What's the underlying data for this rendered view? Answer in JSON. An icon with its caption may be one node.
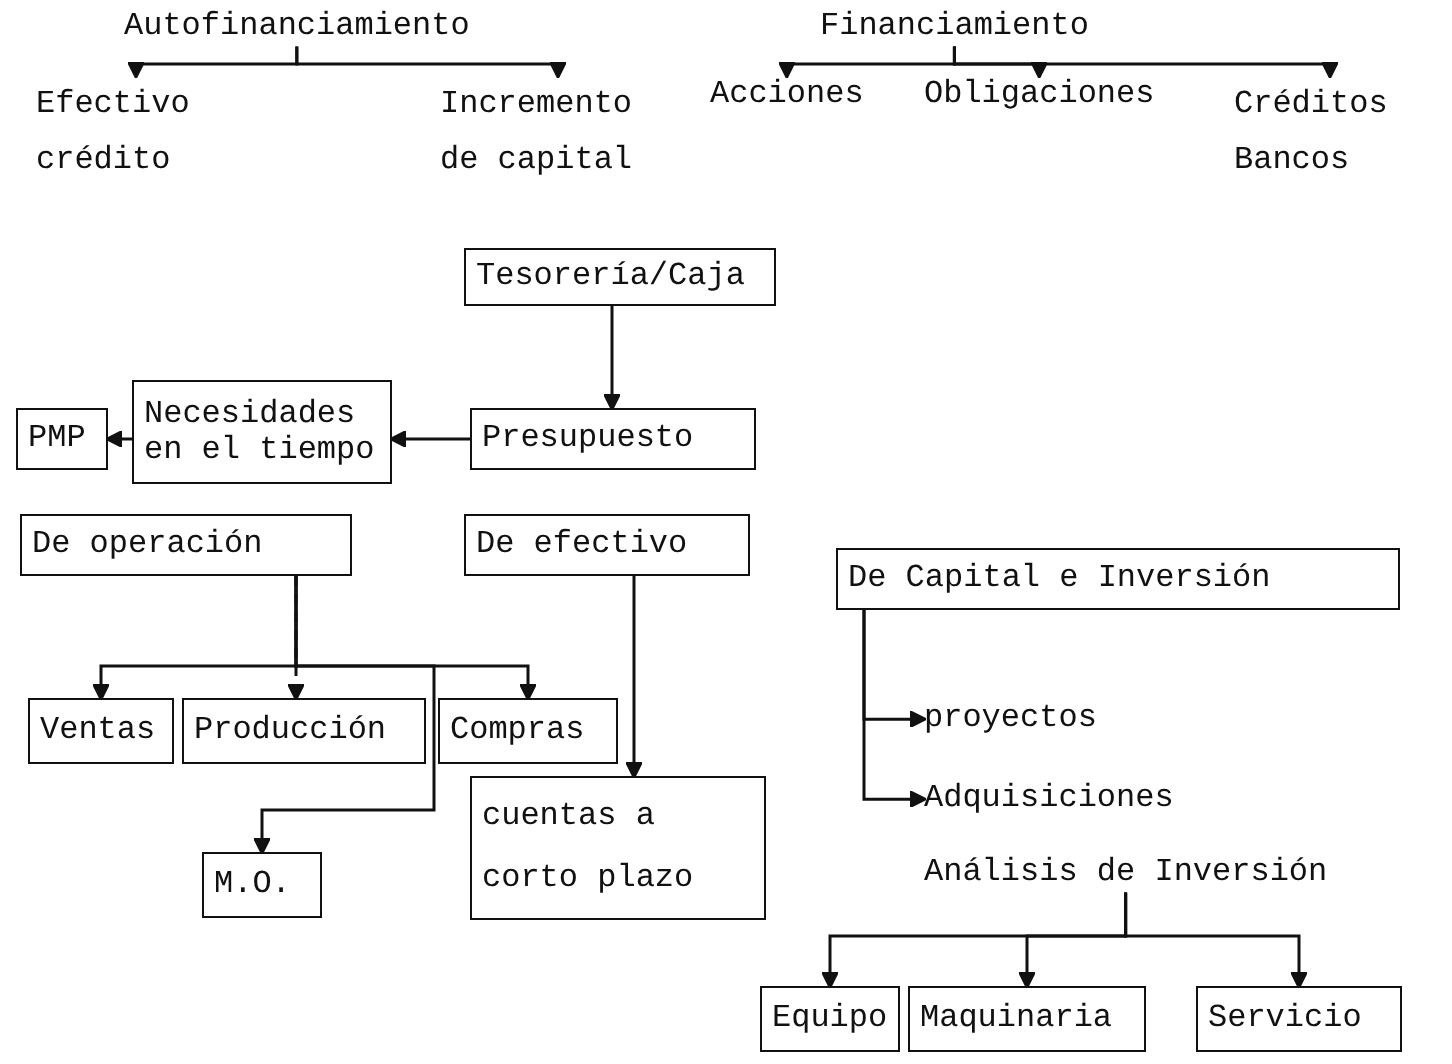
{
  "diagram": {
    "nodes": [
      {
        "text": [
          "Autofinanciamiento"
        ]
      },
      {
        "text": [
          "Efectivo crédito"
        ]
      },
      {
        "text": [
          "Incremento de capital"
        ]
      },
      {
        "text": [
          "Financiamiento"
        ]
      },
      {
        "text": [
          "Acciones"
        ]
      },
      {
        "text": [
          "Obligaciones"
        ]
      },
      {
        "text": [
          "Créditos Bancos"
        ]
      },
      {
        "text": [
          "Tesorería/Caja"
        ]
      },
      {
        "text": [
          "PMP"
        ]
      },
      {
        "text": [
          "Necesidades en el tiempo"
        ]
      },
      {
        "text": [
          "Presupuesto"
        ]
      },
      {
        "text": [
          "De operación"
        ]
      },
      {
        "text": [
          "De efectivo"
        ]
      },
      {
        "text": [
          "Ventas"
        ]
      },
      {
        "text": [
          "Producción"
        ]
      },
      {
        "text": [
          "Compras"
        ]
      },
      {
        "text": [
          "M.O."
        ]
      },
      {
        "text": [
          "cuentas a corto plazo"
        ]
      },
      {
        "text": [
          "De Capital e Inversión"
        ]
      },
      {
        "text": [
          "proyectos"
        ]
      },
      {
        "text": [
          "Adquisiciones"
        ]
      },
      {
        "text": [
          "Análisis de Inversión"
        ]
      },
      {
        "text": [
          "Equipo"
        ]
      },
      {
        "text": [
          "Maquinaria"
        ]
      },
      {
        "text": [
          "Servicio"
        ]
      }
    ],
    "edges": [
      {
        "from": 0,
        "to": 1,
        "arrow": "to"
      },
      {
        "from": 0,
        "to": 2,
        "arrow": "to"
      },
      {
        "from": 3,
        "to": 4,
        "arrow": "to"
      },
      {
        "from": 3,
        "to": 5,
        "arrow": "to"
      },
      {
        "from": 3,
        "to": 6,
        "arrow": "to"
      },
      {
        "from": 7,
        "to": 10,
        "arrow": "to"
      },
      {
        "from": 10,
        "to": 9,
        "arrow": "to"
      },
      {
        "from": 9,
        "to": 8,
        "arrow": "to"
      },
      {
        "from": 11,
        "to": 13,
        "arrow": "to"
      },
      {
        "from": 11,
        "to": 14,
        "arrow": "to",
        "style": "dashed"
      },
      {
        "from": 11,
        "to": 15,
        "arrow": "to"
      },
      {
        "from": 11,
        "to": 16,
        "arrow": "to"
      },
      {
        "from": 12,
        "to": 17,
        "arrow": "to"
      },
      {
        "from": 18,
        "to": 19,
        "arrow": "to"
      },
      {
        "from": 18,
        "to": 20,
        "arrow": "to"
      },
      {
        "from": 21,
        "to": 22,
        "arrow": "to"
      },
      {
        "from": 21,
        "to": 23,
        "arrow": "to"
      },
      {
        "from": 21,
        "to": 24,
        "arrow": "to"
      }
    ]
  }
}
